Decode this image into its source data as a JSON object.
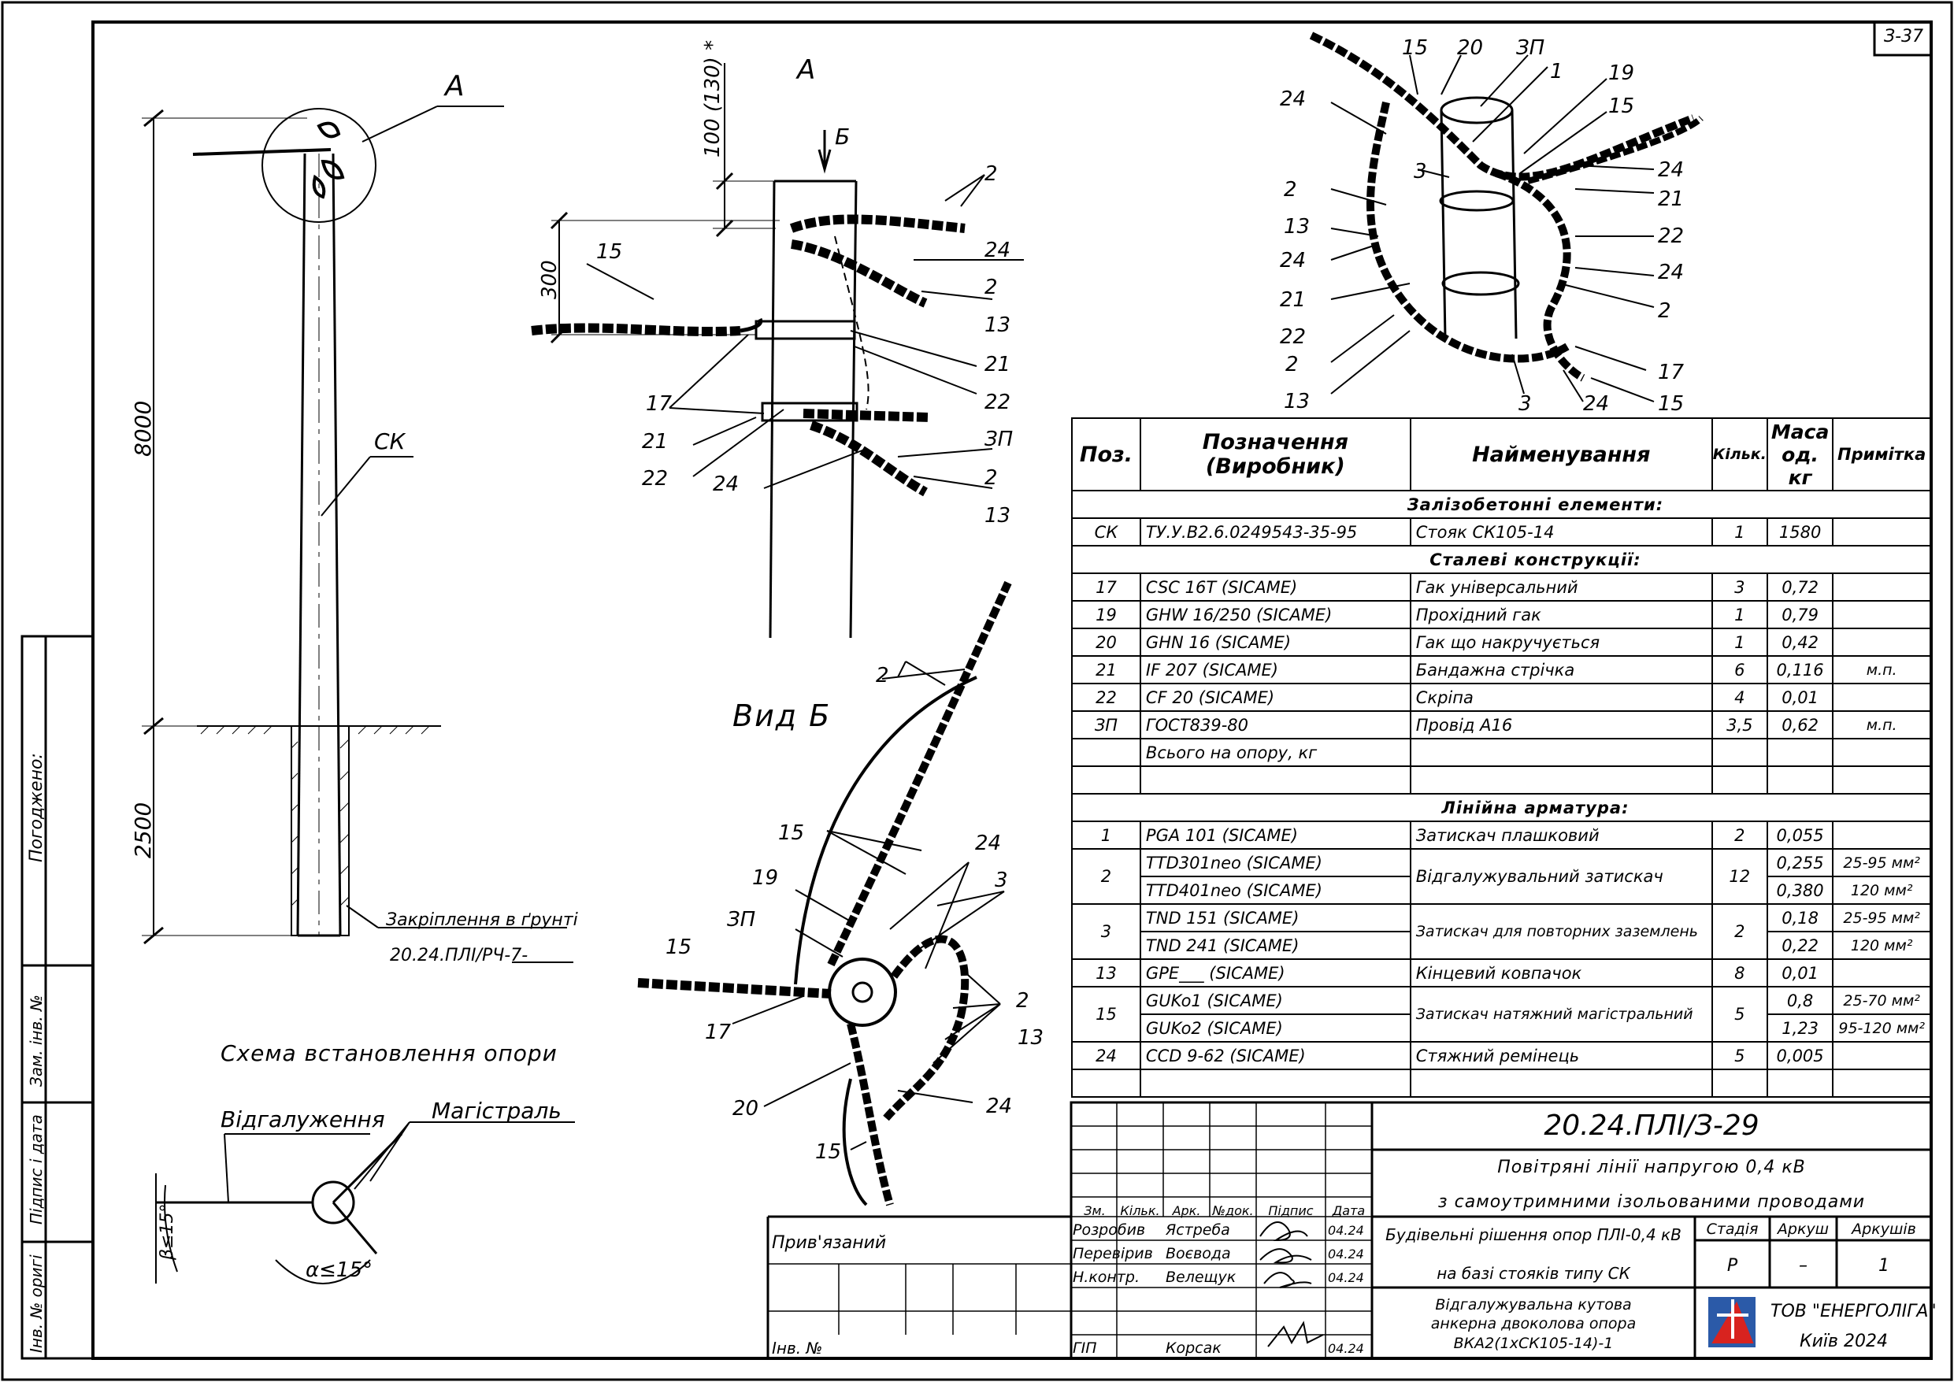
{
  "sheet": {
    "number": "З-37"
  },
  "left_strip": {
    "agreed": "Погоджено:",
    "replace_inv": "Зам. інв. №",
    "signature_date": "Підпис і дата",
    "inv_orig": "Інв. № оригі"
  },
  "pole_scheme": {
    "callout_a": "А",
    "pole_label": "СК",
    "dim_height": "8000",
    "dim_ground": "2500",
    "fixing_label": "Закріплення в ґрунті",
    "fixing_ref": "20.24.ПЛІ/РЧ-7-",
    "caption": "Схема встановлення опори"
  },
  "angle_scheme": {
    "branch": "Відгалуження",
    "main": "Магістраль",
    "beta": "β≤15°",
    "alpha": "α≤15°"
  },
  "view_a": {
    "title": "А",
    "arrow_b": "Б",
    "dim_top": "100 (130) *",
    "dim_300": "300",
    "labels": [
      "15",
      "2",
      "24",
      "2",
      "13",
      "21",
      "22",
      "17",
      "21",
      "22",
      "24",
      "ЗП",
      "2",
      "13"
    ]
  },
  "view_b": {
    "title": "Вид Б",
    "labels": [
      "2",
      "15",
      "24",
      "3",
      "19",
      "ЗП",
      "15",
      "2",
      "13",
      "17",
      "20",
      "24",
      "15"
    ]
  },
  "view_iso": {
    "labels": [
      "15",
      "20",
      "ЗП",
      "1",
      "19",
      "15",
      "24",
      "3",
      "2",
      "13",
      "24",
      "21",
      "22",
      "2",
      "13",
      "24",
      "21",
      "22",
      "24",
      "2",
      "17",
      "3",
      "24",
      "15"
    ]
  },
  "spec_table": {
    "headers": {
      "pos": "Поз.",
      "designation": "Позначення (Виробник)",
      "name": "Найменування",
      "qty": "Кільк.",
      "mass": "Маса од. кг",
      "note": "Примітка"
    },
    "sections": {
      "concrete": "Залізобетонні елементи:",
      "steel": "Сталеві конструкції:",
      "fittings": "Лінійна арматура:"
    },
    "rows_concrete": [
      {
        "pos": "СК",
        "des": "ТУ.У.В2.6.0249543-35-95",
        "name": "Стояк СК105-14",
        "qty": "1",
        "mass": "1580",
        "note": ""
      }
    ],
    "rows_steel": [
      {
        "pos": "17",
        "des": "CSC 16T   (SICAME)",
        "name": "Гак універсальний",
        "qty": "3",
        "mass": "0,72",
        "note": ""
      },
      {
        "pos": "19",
        "des": "GHW 16/250   (SICAME)",
        "name": "Прохідний гак",
        "qty": "1",
        "mass": "0,79",
        "note": ""
      },
      {
        "pos": "20",
        "des": "GHN 16   (SICAME)",
        "name": "Гак що накручується",
        "qty": "1",
        "mass": "0,42",
        "note": ""
      },
      {
        "pos": "21",
        "des": "IF 207   (SICAME)",
        "name": "Бандажна стрічка",
        "qty": "6",
        "mass": "0,116",
        "note": "м.п."
      },
      {
        "pos": "22",
        "des": "CF 20   (SICAME)",
        "name": "Скріпа",
        "qty": "4",
        "mass": "0,01",
        "note": ""
      },
      {
        "pos": "ЗП",
        "des": "ГОСТ839-80",
        "name": "Провід А16",
        "qty": "3,5",
        "mass": "0,62",
        "note": "м.п."
      }
    ],
    "total_label": "Всього на опору, кг",
    "rows_fittings": [
      {
        "pos": "1",
        "des": [
          "PGA  101   (SICAME)"
        ],
        "name": "Затискач плашковий",
        "qty": "2",
        "mass": [
          "0,055"
        ],
        "note": [
          ""
        ]
      },
      {
        "pos": "2",
        "des": [
          "TTD301neo   (SICAME)",
          "TTD401neo   (SICAME)"
        ],
        "name": "Відгалужувальний затискач",
        "qty": "12",
        "mass": [
          "0,255",
          "0,380"
        ],
        "note": [
          "25-95 мм²",
          "120 мм²"
        ]
      },
      {
        "pos": "3",
        "des": [
          "TND  151   (SICAME)",
          "TND  241   (SICAME)"
        ],
        "name": "Затискач для повторних заземлень",
        "qty": "2",
        "mass": [
          "0,18",
          "0,22"
        ],
        "note": [
          "25-95 мм²",
          "120 мм²"
        ]
      },
      {
        "pos": "13",
        "des": [
          "GPE___   (SICAME)"
        ],
        "name": "Кінцевий ковпачок",
        "qty": "8",
        "mass": [
          "0,01"
        ],
        "note": [
          ""
        ]
      },
      {
        "pos": "15",
        "des": [
          "GUKo1   (SICAME)",
          "GUKo2   (SICAME)"
        ],
        "name": "Затискач натяжний магістральний",
        "qty": "5",
        "mass": [
          "0,8",
          "1,23"
        ],
        "note": [
          "25-70 мм²",
          "95-120 мм²"
        ]
      },
      {
        "pos": "24",
        "des": [
          "CCD  9-62   (SICAME)"
        ],
        "name": "Стяжний ремінець",
        "qty": "5",
        "mass": [
          "0,005"
        ],
        "note": [
          ""
        ]
      }
    ]
  },
  "title_block": {
    "code": "20.24.ПЛІ/З-29",
    "project_line1": "Повітряні лінії напругою 0,4 кВ",
    "project_line2": "з самоутримними ізольованими проводами",
    "doc_line1": "Будівельні рішення опор ПЛІ-0,4 кВ",
    "doc_line2": "на базі стояків типу СК",
    "sheet_line1": "Відгалужувальна кутова",
    "sheet_line2": "анкерна двоколова опора",
    "sheet_line3": "ВКА2(1хСК105-14)-1",
    "col_headers": [
      "Зм.",
      "Кільк.",
      "Арк.",
      "№док.",
      "Підпис",
      "Дата"
    ],
    "roles": [
      {
        "role": "Розробив",
        "name": "Ястреба",
        "date": "04.24"
      },
      {
        "role": "Перевірив",
        "name": "Воєвода",
        "date": "04.24"
      },
      {
        "role": "Н.контр.",
        "name": "Велещук",
        "date": "04.24"
      },
      {
        "role": "ГІП",
        "name": "Корсак",
        "date": "04.24"
      }
    ],
    "stage_label": "Стадія",
    "sheet_label": "Аркуш",
    "sheets_label": "Аркушів",
    "stage": "Р",
    "sheet": "–",
    "sheets": "1",
    "company": "ТОВ \"ЕНЕРГОЛІГА\"",
    "city_year": "Київ 2024",
    "bound": "Прив'язаний",
    "inv": "Інв. №"
  }
}
